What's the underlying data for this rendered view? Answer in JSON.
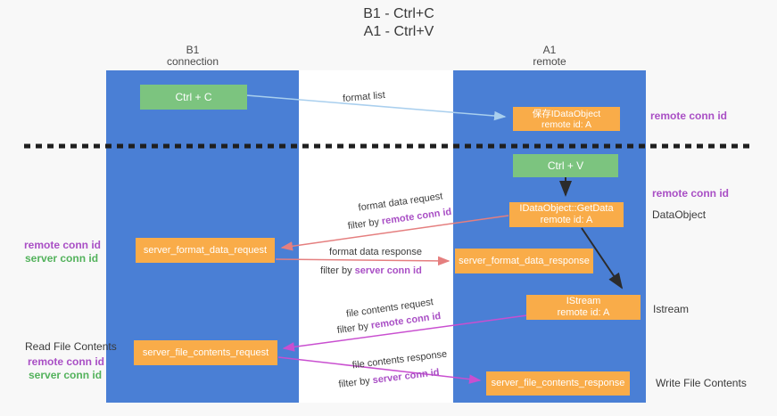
{
  "title": {
    "line1": "B1 - Ctrl+C",
    "line2": "A1 - Ctrl+V"
  },
  "lifelines": {
    "left": {
      "name": "B1",
      "role": "connection"
    },
    "right": {
      "name": "A1",
      "role": "remote"
    }
  },
  "nodes": {
    "ctrl_c": {
      "label": "Ctrl + C"
    },
    "ctrl_v": {
      "label": "Ctrl + V"
    },
    "save_dataobject": {
      "line1": "保存IDataObject",
      "line2": "remote id: A"
    },
    "getdata": {
      "line1": "IDataObject::GetData",
      "line2": "remote id: A"
    },
    "istream": {
      "line1": "IStream",
      "line2": "remote id: A"
    },
    "format_request": {
      "label": "server_format_data_request"
    },
    "format_response": {
      "label": "server_format_data_response"
    },
    "file_request": {
      "label": "server_file_contents_request"
    },
    "file_response": {
      "label": "server_file_contents_response"
    }
  },
  "edge_labels": {
    "format_list": "format list",
    "format_data_request": "format data request",
    "format_data_response": "format data response",
    "file_contents_request": "file contents request",
    "file_contents_response": "file contents response",
    "filter_by": "filter by",
    "remote_conn_id": "remote conn id",
    "server_conn_id": "server conn id"
  },
  "annotations": {
    "remote_conn_id": "remote conn id",
    "server_conn_id": "server conn id",
    "dataobject": "DataObject",
    "istream": "Istream",
    "read_file_contents": "Read File Contents",
    "write_file_contents": "Write File Contents"
  },
  "colors": {
    "lifeline_blue": "#4a7fd5",
    "node_orange": "#f9ac49",
    "node_green": "#7cc47f",
    "remote_conn_purple": "#a94fc5",
    "server_conn_green": "#53b25c",
    "arrow_salmon": "#e57f7f",
    "arrow_magenta": "#c94fd0",
    "arrow_lightblue": "#a9cfee",
    "arrow_black": "#2b2b2b",
    "dashed_line": "#1f1f1f"
  }
}
